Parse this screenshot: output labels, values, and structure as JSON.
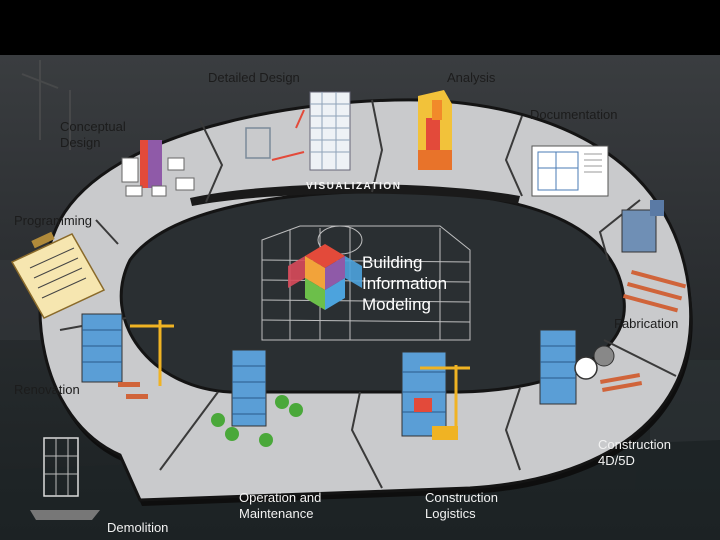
{
  "diagram": {
    "center_title": "Building\nInformation\nModeling",
    "ring_label": "VISUALIZATION",
    "stages": {
      "detailed_design": "Detailed Design",
      "analysis": "Analysis",
      "documentation": "Documentation",
      "conceptual_design": "Conceptual\nDesign",
      "programming": "Programming",
      "fabrication": "Fabrication",
      "renovation": "Renovation",
      "construction_4d5d": "Construction\n4D/5D",
      "demolition": "Demolition",
      "operation_maintenance": "Operation and\nMaintenance",
      "construction_logistics": "Construction\nLogistics"
    },
    "colors": {
      "ring": "#c9cacc",
      "ring_edge": "#141414",
      "band": "#1a1a1a",
      "cube_red": "#e34a3a",
      "cube_orange": "#f2a33a",
      "cube_purple": "#8f5aa8",
      "cube_blue": "#4ca3dd",
      "cube_green": "#6cbf4a",
      "building_blue": "#5a9ed6",
      "crane_yellow": "#f0b323",
      "brick": "#d0643a"
    }
  }
}
